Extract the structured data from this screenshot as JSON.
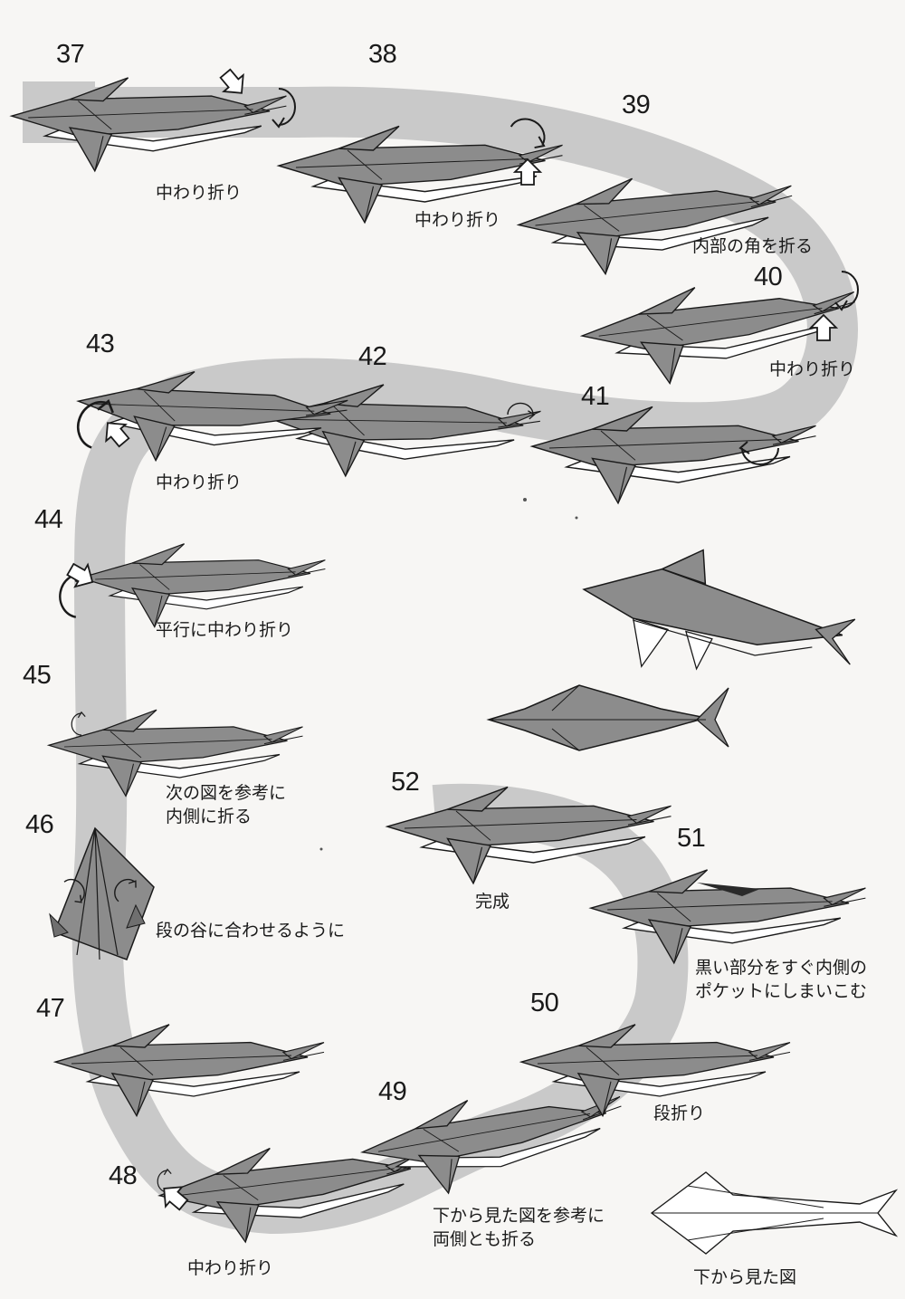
{
  "steps": {
    "s37": "37",
    "s38": "38",
    "s39": "39",
    "s40": "40",
    "s41": "41",
    "s42": "42",
    "s43": "43",
    "s44": "44",
    "s45": "45",
    "s46": "46",
    "s47": "47",
    "s48": "48",
    "s49": "49",
    "s50": "50",
    "s51": "51",
    "s52": "52"
  },
  "labels": {
    "nakawari_37": "中わり折り",
    "nakawari_38": "中わり折り",
    "inner_corner_39": "内部の角を折る",
    "nakawari_40": "中わり折り",
    "nakawari_43": "中わり折り",
    "parallel_44": "平行に中わり折り",
    "ref_45_line1": "次の図を参考に",
    "ref_45_line2": "内側に折る",
    "valley_46": "段の谷に合わせるように",
    "nakawari_48": "中わり折り",
    "below_ref_49_line1": "下から見た図を参考に",
    "below_ref_49_line2": "両側とも折る",
    "view_from_below": "下から見た図",
    "step_fold_50": "段折り",
    "black_part_51_line1": "黒い部分をすぐ内側の",
    "black_part_51_line2": "ポケットにしまいこむ",
    "done_52": "完成"
  },
  "colors": {
    "band": "#c9c9c9",
    "paper": "#8c8c8c",
    "paper_dark": "#6f6f6f",
    "paper_white": "#ffffff",
    "ink": "#1a1a1a",
    "background": "#f7f6f4"
  }
}
